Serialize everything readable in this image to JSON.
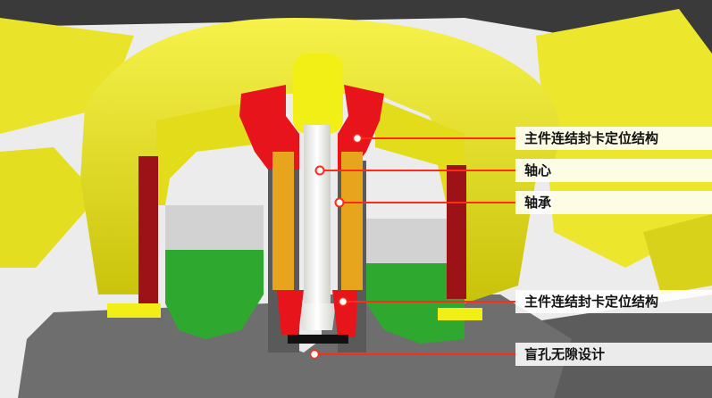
{
  "callouts": [
    {
      "label": "主件连结封卡定位结构",
      "marker": "filled-dot"
    },
    {
      "label": "轴心",
      "marker": "hollow-dot"
    },
    {
      "label": "轴承",
      "marker": "hollow-dot"
    },
    {
      "label": "主件连结封卡定位结构",
      "marker": "filled-dot"
    },
    {
      "label": "盲孔无隙设计",
      "marker": "filled-dot"
    }
  ],
  "colors": {
    "housing": "#f2ef16",
    "seal": "#e8141b",
    "shaft": "#f3f3ef",
    "bearing": "#e6a51c",
    "stator": "#d2d2d2",
    "winding": "#2ea82e",
    "magnet": "#9c1217",
    "base": "#6e6e6e",
    "leader": "#ff2a1a"
  }
}
